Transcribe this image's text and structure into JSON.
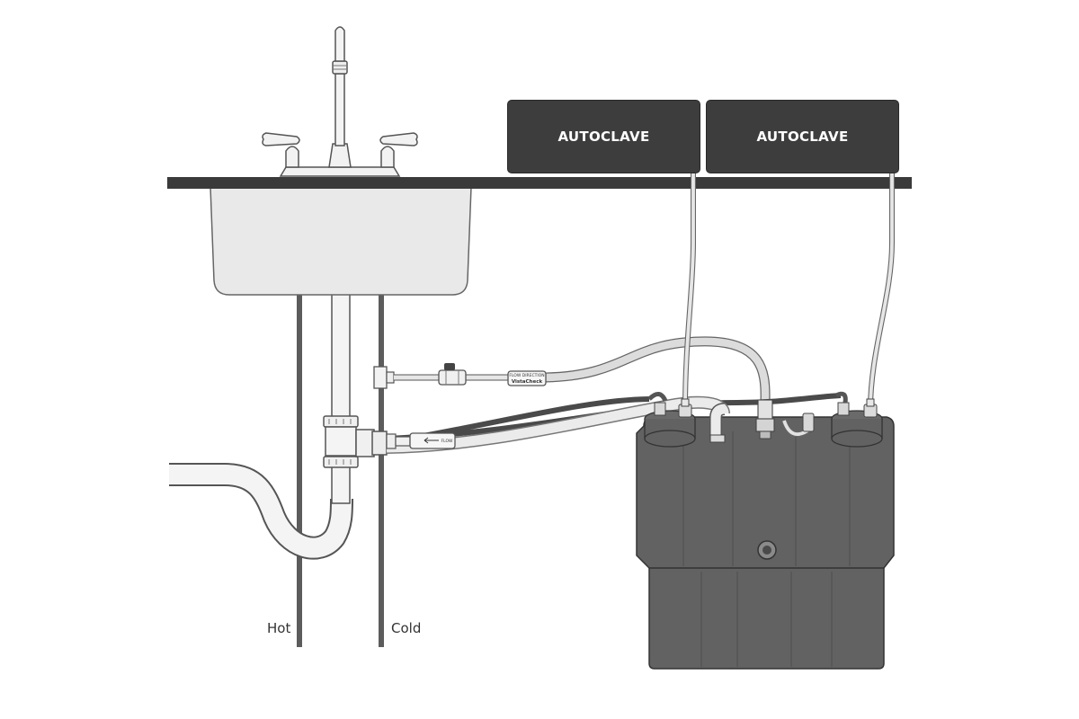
{
  "autoclaves": [
    {
      "label": "AUTOCLAVE"
    },
    {
      "label": "AUTOCLAVE"
    }
  ],
  "supply_lines": {
    "hot_label": "Hot",
    "cold_label": "Cold"
  },
  "fittings": {
    "filter_text_top": "FLOW DIRECTION",
    "filter_text_bottom": "VistaCheck",
    "check_valve_text": "FLOW"
  },
  "colors": {
    "countertop": "#3a3a3a",
    "autoclave": "#3d3d3d",
    "tank": "#626262",
    "tubing_light": "#e2e2e2",
    "tubing_dark": "#4a4a4a",
    "supply_pipe": "#5c5c5c"
  }
}
